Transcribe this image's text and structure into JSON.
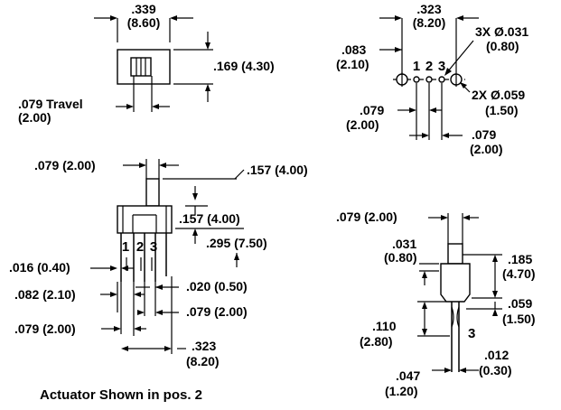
{
  "top_left_view": {
    "width_in": ".339",
    "width_mm": "(8.60)",
    "height_label": ".169 (4.30)",
    "travel_in": ".079 Travel",
    "travel_mm": "(2.00)"
  },
  "top_right_view": {
    "span_in": ".323",
    "span_mm": "(8.20)",
    "offset_in": ".083",
    "offset_mm": "(2.10)",
    "small_holes_in": "3X Ø.031",
    "small_holes_mm": "(0.80)",
    "large_holes_in": "2X Ø.059",
    "large_holes_mm": "(1.50)",
    "pin_labels": [
      "1",
      "2",
      "3"
    ],
    "pitch_left_in": ".079",
    "pitch_left_mm": "(2.00)",
    "pitch_right_in": ".079",
    "pitch_right_mm": "(2.00)"
  },
  "front_view": {
    "actuator_width": ".079 (2.00)",
    "actuator_height": ".157 (4.00)",
    "body_height": ".157 (4.00)",
    "lead_length": ".295 (7.50)",
    "pin_labels": [
      "1",
      "2",
      "3"
    ],
    "lead_thickness": ".016 (0.40)",
    "lead_offset": ".082 (2.10)",
    "lead_width": ".020 (0.50)",
    "pitch_left": ".079 (2.00)",
    "pitch_right": ".079 (2.00)",
    "span_in": ".323",
    "span_mm": "(8.20)",
    "caption": "Actuator Shown in pos. 2"
  },
  "side_view": {
    "actuator_width": ".079 (2.00)",
    "top_thickness_in": ".031",
    "top_thickness_mm": "(0.80)",
    "body_height_in": ".185",
    "body_height_mm": "(4.70)",
    "foot_height_in": ".059",
    "foot_height_mm": "(1.50)",
    "lead_length_in": ".110",
    "lead_length_mm": "(2.80)",
    "pin_label": "3",
    "lead_thickness_in": ".012",
    "lead_thickness_mm": "(0.30)",
    "lead_width_in": ".047",
    "lead_width_mm": "(1.20)"
  }
}
